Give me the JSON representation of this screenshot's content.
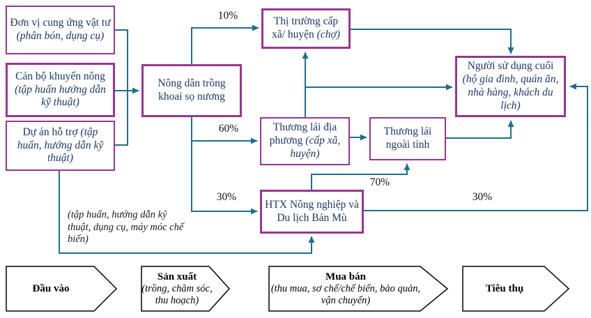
{
  "colors": {
    "box_border": "#98368F",
    "arrow": "#1F6E8C",
    "box_text": "#1f3864",
    "chevron_border": "#000000"
  },
  "boxes": {
    "supplier": {
      "main": "Đơn vị cung ứng vật tư ",
      "sub": "(phân bón, dụng cụ)"
    },
    "extension": {
      "main": "Cán bộ khuyến nông ",
      "sub": "(tập huấn hướng dẫn kỹ thuật)"
    },
    "project": {
      "main": "Dự án hỗ trợ ",
      "sub": "(tập huấn, hướng dẫn kỹ thuật)"
    },
    "farmer": {
      "main": "Nông dân trồng khoai sọ nương"
    },
    "market": {
      "main": "Thị trường cấp xã/ huyện ",
      "sub": "(chợ)"
    },
    "local_trader": {
      "main": "Thương lái địa phương ",
      "sub": "(cấp xã, huyện)"
    },
    "outside_trader": {
      "main": "Thương lái ngoài tỉnh"
    },
    "end_user": {
      "main": "Người sử dụng cuối ",
      "sub": "(hộ gia đình, quán ăn, nhà hàng, khách du lịch)"
    },
    "htx": {
      "main": "HTX Nông nghiệp và Du lịch Bản Mù"
    }
  },
  "flow_labels": {
    "farmer_to_market": "10%",
    "farmer_to_local_trader": "60%",
    "farmer_to_htx": "30%",
    "htx_to_outside_trader": "70%",
    "htx_to_end_user": "30%"
  },
  "annotation": "(tập huấn, hướng dẫn kỹ thuật, dụng cụ, máy móc chế biến)",
  "stages": [
    {
      "title": "Đầu vào"
    },
    {
      "title": "Sản xuất",
      "sub": "(trồng, chăm sóc, thu hoạch)"
    },
    {
      "title": "Mua bán",
      "sub": "(thu mua, sơ chế/chế biến, bảo quản, vận chuyển)"
    },
    {
      "title": "Tiêu thụ"
    }
  ]
}
